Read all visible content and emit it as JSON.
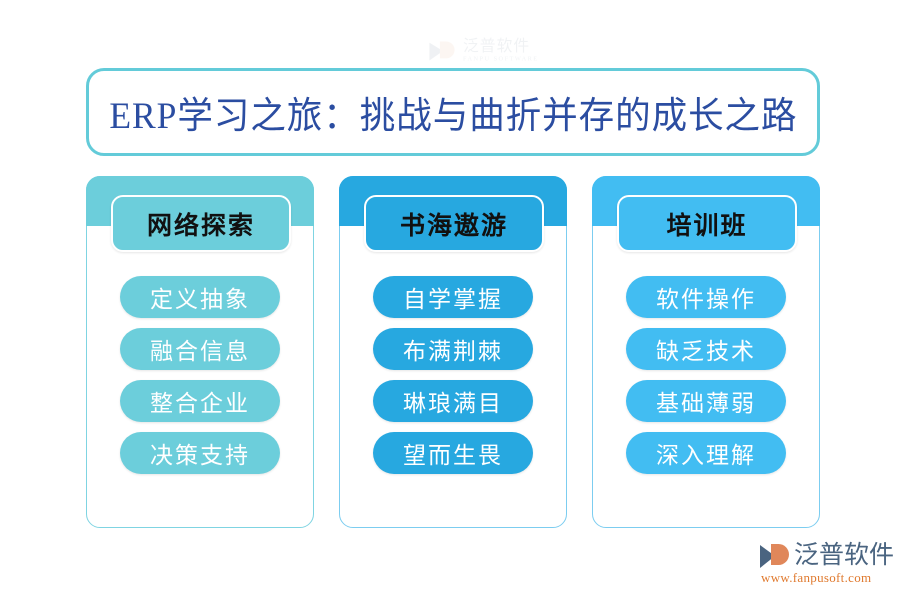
{
  "title": {
    "text": "ERP学习之旅：挑战与曲折并存的成长之路",
    "border_color": "#63cbd9",
    "text_color": "#2b4da1"
  },
  "columns": [
    {
      "header": "网络探索",
      "accent": "#6ccedb",
      "pill_color": "#6ccedb",
      "items": [
        "定义抽象",
        "融合信息",
        "整合企业",
        "决策支持"
      ]
    },
    {
      "header": "书海遨游",
      "accent": "#27a8e0",
      "pill_color": "#27a8e0",
      "items": [
        "自学掌握",
        "布满荆棘",
        "琳琅满目",
        "望而生畏"
      ]
    },
    {
      "header": "培训班",
      "accent": "#42bdf2",
      "pill_color": "#42bdf2",
      "items": [
        "软件操作",
        "缺乏技术",
        "基础薄弱",
        "深入理解"
      ]
    }
  ],
  "logo": {
    "name": "泛普软件",
    "url": "www.fanpusoft.com",
    "name_color": "#4a6480",
    "url_color": "#e07a2f"
  },
  "watermark": {
    "name": "泛普软件",
    "subtitle": "FANPU SOFTWARE"
  }
}
